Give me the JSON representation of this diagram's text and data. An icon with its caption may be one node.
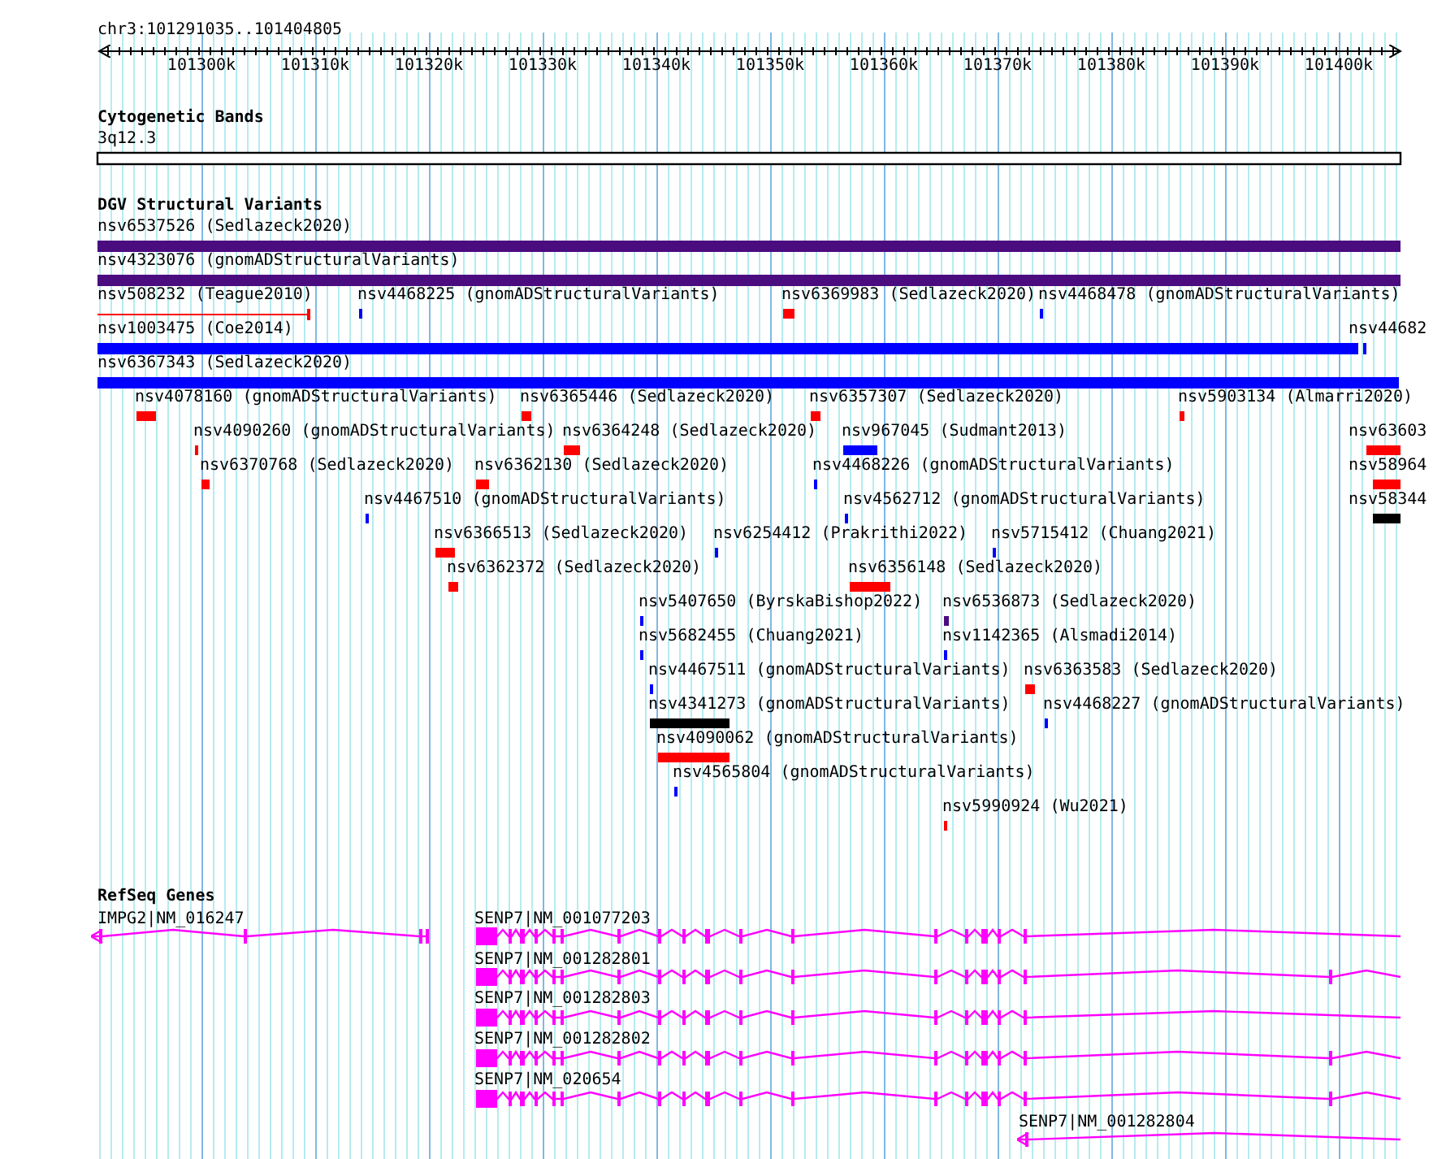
{
  "diagram": {
    "labels": [
      "chr3:101291035..101404805",
      "101300k",
      "101310k",
      "101320k",
      "101330k",
      "101340k",
      "101350k",
      "101360k",
      "101370k",
      "101380k",
      "101390k",
      "101400k",
      "Cytogenetic Bands",
      "3q12.3",
      "DGV Structural Variants",
      "nsv6537526 (Sedlazeck2020)",
      "nsv4323076 (gnomADStructuralVariants)",
      "nsv508232 (Teague2010)",
      "nsv4468225 (gnomADStructuralVariants)",
      "nsv6369983 (Sedlazeck2020)",
      "nsv4468478 (gnomADStructuralVariants)",
      "nsv1003475 (Coe2014)",
      "nsv44682",
      "nsv6367343 (Sedlazeck2020)",
      "nsv4078160 (gnomADStructuralVariants)",
      "nsv6365446 (Sedlazeck2020)",
      "nsv6357307 (Sedlazeck2020)",
      "nsv5903134 (Almarri2020)",
      "nsv4090260 (gnomADStructuralVariants)",
      "nsv6364248 (Sedlazeck2020)",
      "nsv967045 (Sudmant2013)",
      "nsv63603",
      "nsv6370768 (Sedlazeck2020)",
      "nsv6362130 (Sedlazeck2020)",
      "nsv4468226 (gnomADStructuralVariants)",
      "nsv58964",
      "nsv4467510 (gnomADStructuralVariants)",
      "nsv4562712 (gnomADStructuralVariants)",
      "nsv58344",
      "nsv6366513 (Sedlazeck2020)",
      "nsv6254412 (Prakrithi2022)",
      "nsv5715412 (Chuang2021)",
      "nsv6362372 (Sedlazeck2020)",
      "nsv6356148 (Sedlazeck2020)",
      "nsv5407650 (ByrskaBishop2022)",
      "nsv6536873 (Sedlazeck2020)",
      "nsv5682455 (Chuang2021)",
      "nsv1142365 (Alsmadi2014)",
      "nsv4467511 (gnomADStructuralVariants)",
      "nsv6363583 (Sedlazeck2020)",
      "nsv4341273 (gnomADStructuralVariants)",
      "nsv4468227 (gnomADStructuralVariants)",
      "nsv4090062 (gnomADStructuralVariants)",
      "nsv4565804 (gnomADStructuralVariants)",
      "nsv5990924 (Wu2021)",
      "RefSeq Genes",
      "IMPG2|NM_016247",
      "SENP7|NM_001077203",
      "SENP7|NM_001282801",
      "SENP7|NM_001282803",
      "SENP7|NM_001282802",
      "SENP7|NM_020654",
      "SENP7|NM_001282804"
    ]
  }
}
